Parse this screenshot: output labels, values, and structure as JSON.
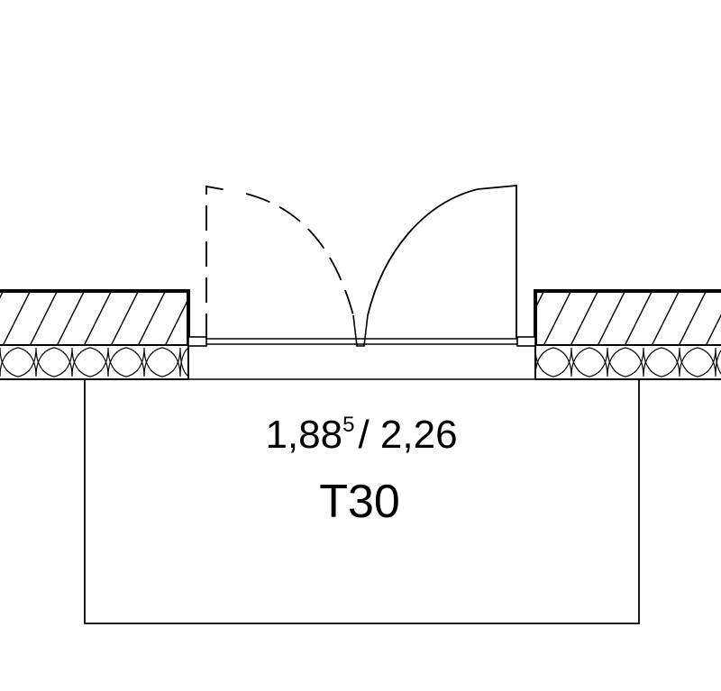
{
  "door_label": {
    "size_main": "1,88",
    "size_superscript": "5",
    "size_separator": "/ 2,26",
    "fire_rating": "T30"
  },
  "colors": {
    "line": "#000000",
    "background": "#ffffff"
  }
}
